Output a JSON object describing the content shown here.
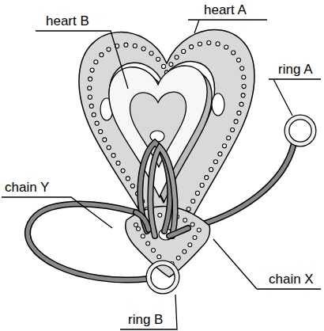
{
  "diagram": {
    "labels": [
      "heart B",
      "heart A",
      "ring A",
      "chain Y",
      "chain X",
      "ring B"
    ]
  }
}
